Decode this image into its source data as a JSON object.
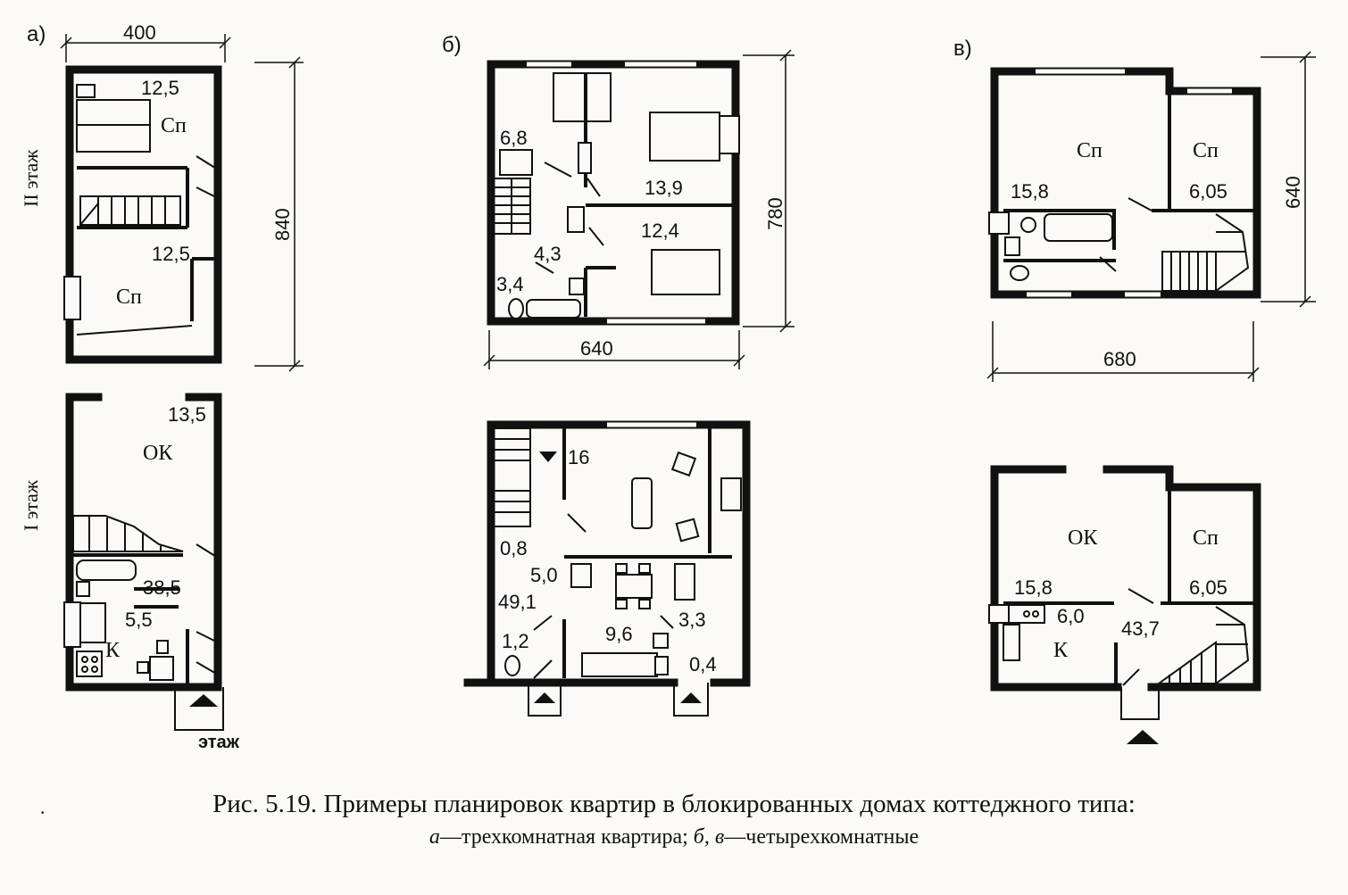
{
  "panels": {
    "a": {
      "label": "а)",
      "floor_upper": "II этаж",
      "floor_lower": "I этаж",
      "bottom_note": "этаж",
      "dim_width": "400",
      "dim_height": "840",
      "rooms_upper": [
        "12,5",
        "Сп",
        "12,5",
        "Сп"
      ],
      "rooms_lower": [
        "13,5",
        "ОК",
        "38,5",
        "5,5",
        "К"
      ]
    },
    "b": {
      "label": "б)",
      "dim_width": "640",
      "dim_height": "780",
      "rooms_upper": [
        "6,8",
        "13,9",
        "12,4",
        "4,3",
        "3,4"
      ],
      "rooms_lower": [
        "16",
        "0,8",
        "5,0",
        "49,1",
        "9,6",
        "3,3",
        "1,2",
        "0,4"
      ]
    },
    "v": {
      "label": "в)",
      "dim_width": "680",
      "dim_height": "640",
      "rooms_upper": [
        "Сп",
        "Сп",
        "15,8",
        "6,05"
      ],
      "rooms_lower": [
        "ОК",
        "Сп",
        "15,8",
        "6,05",
        "6,0",
        "43,7",
        "К"
      ]
    }
  },
  "caption": {
    "line1": "Рис. 5.19. Примеры планировок квартир в блокированных домах коттеджного типа:",
    "line2_a": "а",
    "line2_a_text": "—трехкомнатная квартира; ",
    "line2_bv": "б, в",
    "line2_bv_text": "—четырехкомнатные"
  },
  "bullet": "·"
}
